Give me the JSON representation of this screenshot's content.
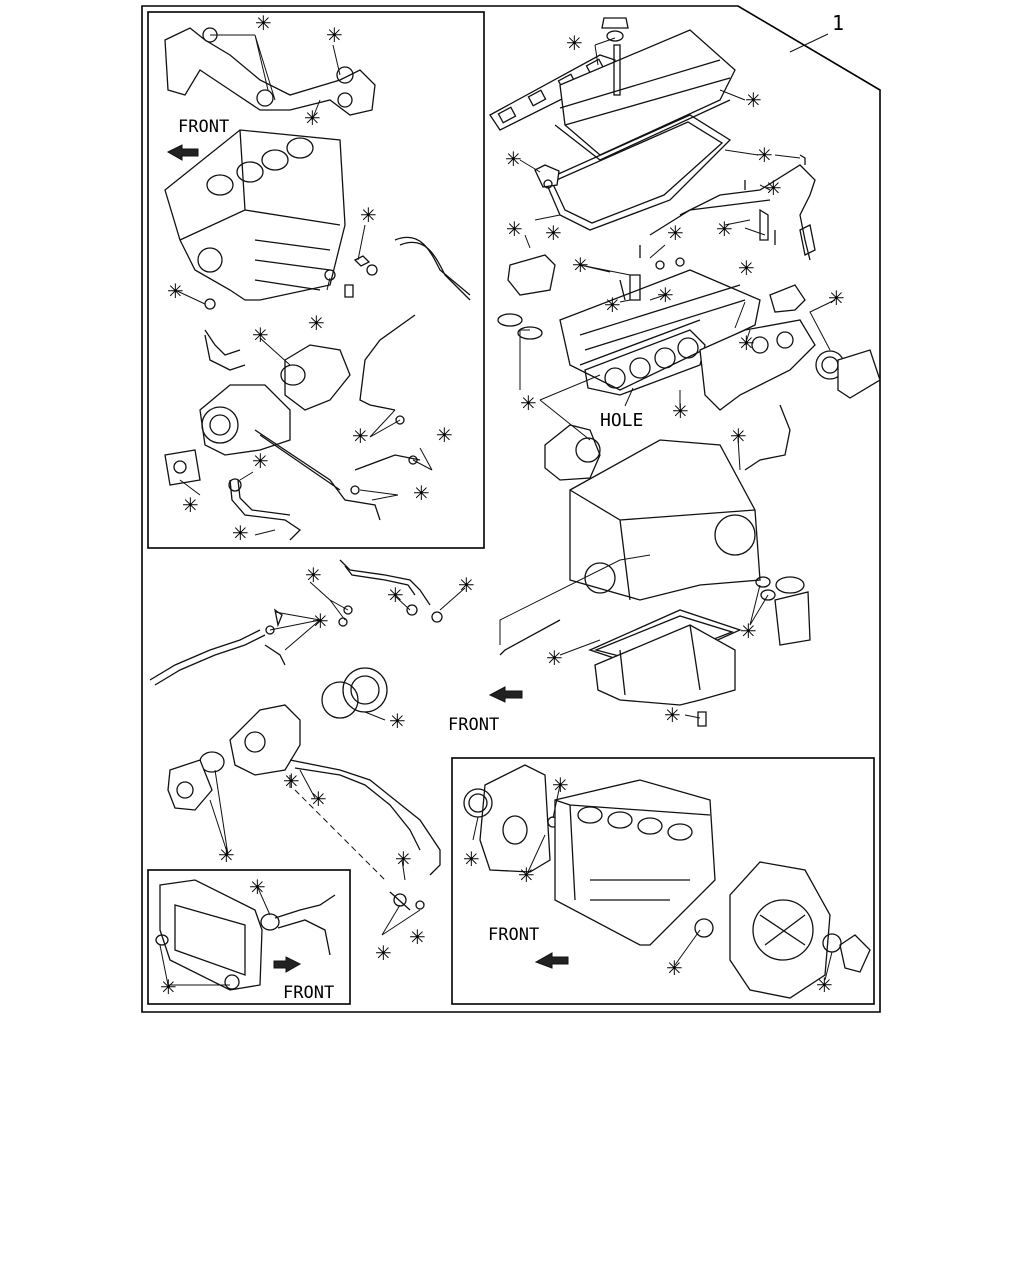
{
  "figure": {
    "callout_number": "1",
    "labels": {
      "front": "FRONT",
      "hole": "HOLE"
    },
    "asterisk_symbol": "✳"
  }
}
